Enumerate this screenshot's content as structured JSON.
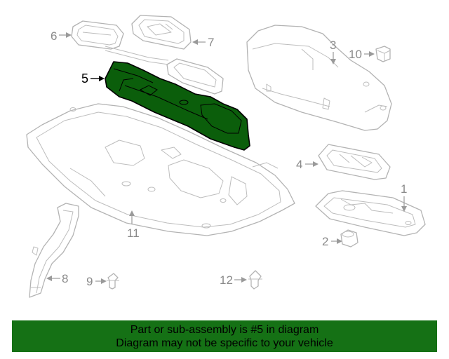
{
  "callouts": {
    "c1": "1",
    "c2": "2",
    "c3": "3",
    "c4": "4",
    "c5": "5",
    "c6": "6",
    "c7": "7",
    "c8": "8",
    "c9": "9",
    "c10": "10",
    "c11": "11",
    "c12": "12"
  },
  "highlighted_part": "5",
  "colors": {
    "highlight_fill": "#0b5e0b",
    "banner_bg": "#157115",
    "part_outline": "#b3b3b3"
  },
  "banner": {
    "line1": "Part or sub-assembly is #5 in diagram",
    "line2": "Diagram may not be specific to your vehicle"
  }
}
